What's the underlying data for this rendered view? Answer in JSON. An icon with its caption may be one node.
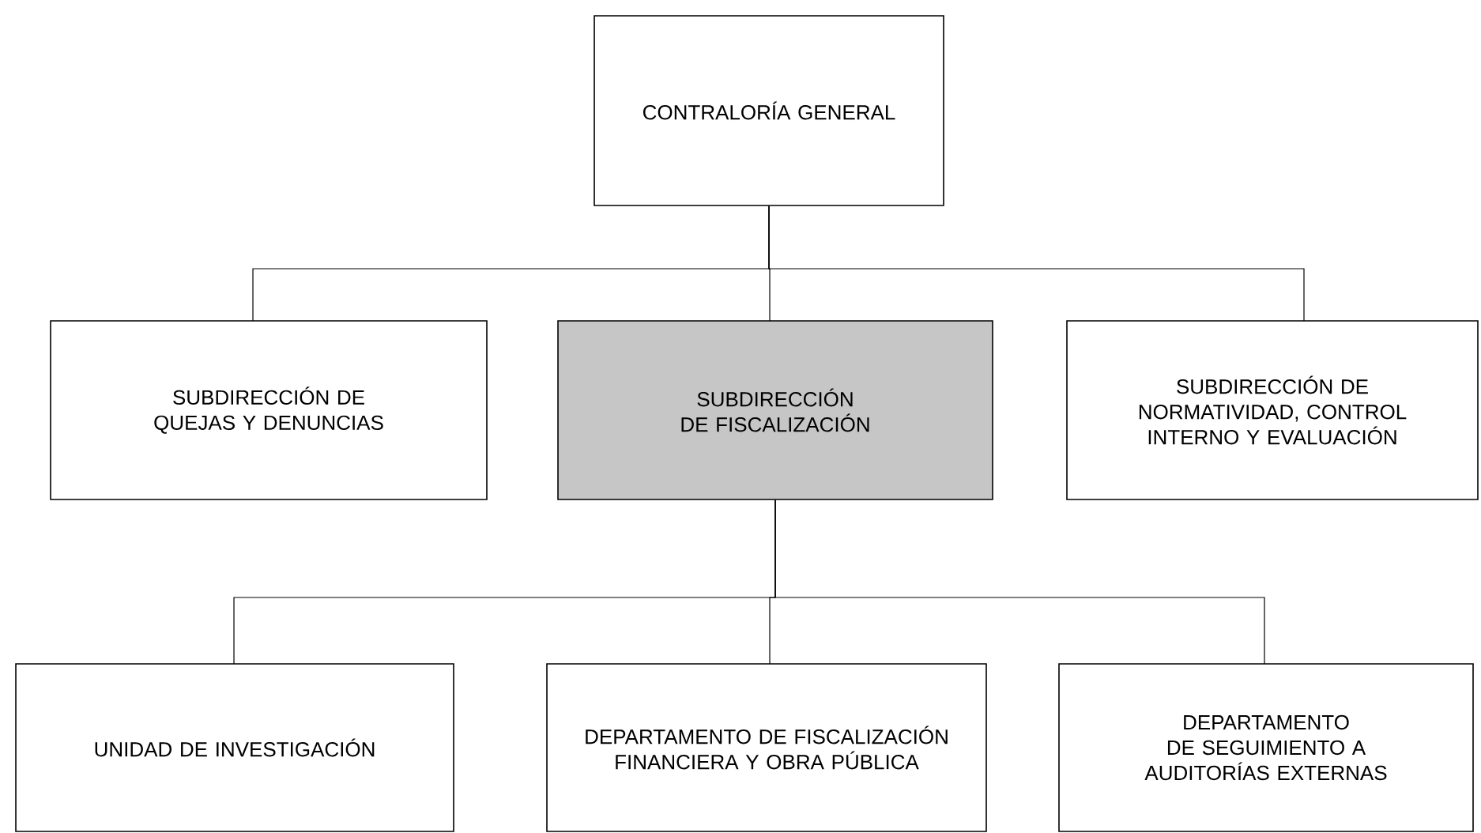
{
  "diagram": {
    "nodes": [
      {
        "text": [
          "CONTRALORÍA GENERAL"
        ]
      },
      {
        "text": [
          "SUBDIRECCIÓN DE QUEJAS Y DENUNCIAS"
        ]
      },
      {
        "text": [
          "SUBDIRECCIÓN DE FISCALIZACIÓN"
        ]
      },
      {
        "text": [
          "SUBDIRECCIÓN DE NORMATIVIDAD, CONTROL INTERNO Y EVALUACIÓN"
        ]
      },
      {
        "text": [
          "UNIDAD DE INVESTIGACIÓN"
        ]
      },
      {
        "text": [
          "DEPARTAMENTO DE FISCALIZACIÓN FINANCIERA Y OBRA PÚBLICA"
        ]
      },
      {
        "text": [
          "DEPARTAMENTO DE SEGUIMIENTO A AUDITORÍAS EXTERNAS"
        ]
      }
    ],
    "edges": [
      {
        "from": 0,
        "to": 1,
        "arrow": "none"
      },
      {
        "from": 0,
        "to": 2,
        "arrow": "none"
      },
      {
        "from": 0,
        "to": 3,
        "arrow": "none"
      },
      {
        "from": 2,
        "to": 4,
        "arrow": "none"
      },
      {
        "from": 2,
        "to": 5,
        "arrow": "none"
      },
      {
        "from": 2,
        "to": 6,
        "arrow": "none"
      }
    ]
  }
}
